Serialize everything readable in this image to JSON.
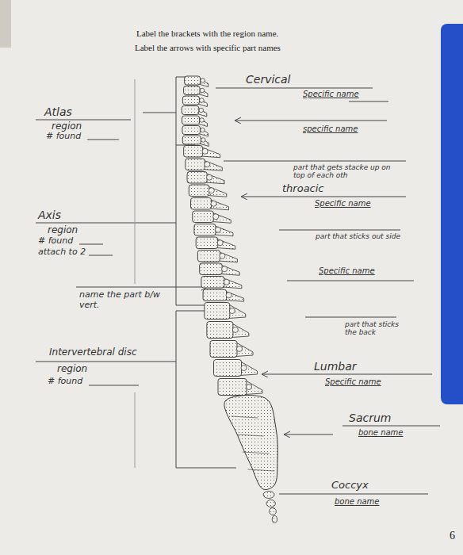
{
  "diagram": {
    "title": "Label the brackets with the region name.",
    "labels": [
      "Label the arrows with specific part names",
      "Cervical",
      "Specific name",
      "Atlas",
      "region",
      "# found",
      "specific name",
      "part that gets stacke up on top of each oth",
      "throacic",
      "Specific name",
      "Axis",
      "region",
      "# found",
      "attach to 2",
      "part that sticks out side",
      "Specific name",
      "name the part b/w vert.",
      "part that sticks the back",
      "Intervertebral disc",
      "region",
      "# found",
      "Lumbar",
      "Specific name",
      "Sacrum",
      "bone name",
      "Coccyx",
      "bone name",
      "6"
    ]
  }
}
